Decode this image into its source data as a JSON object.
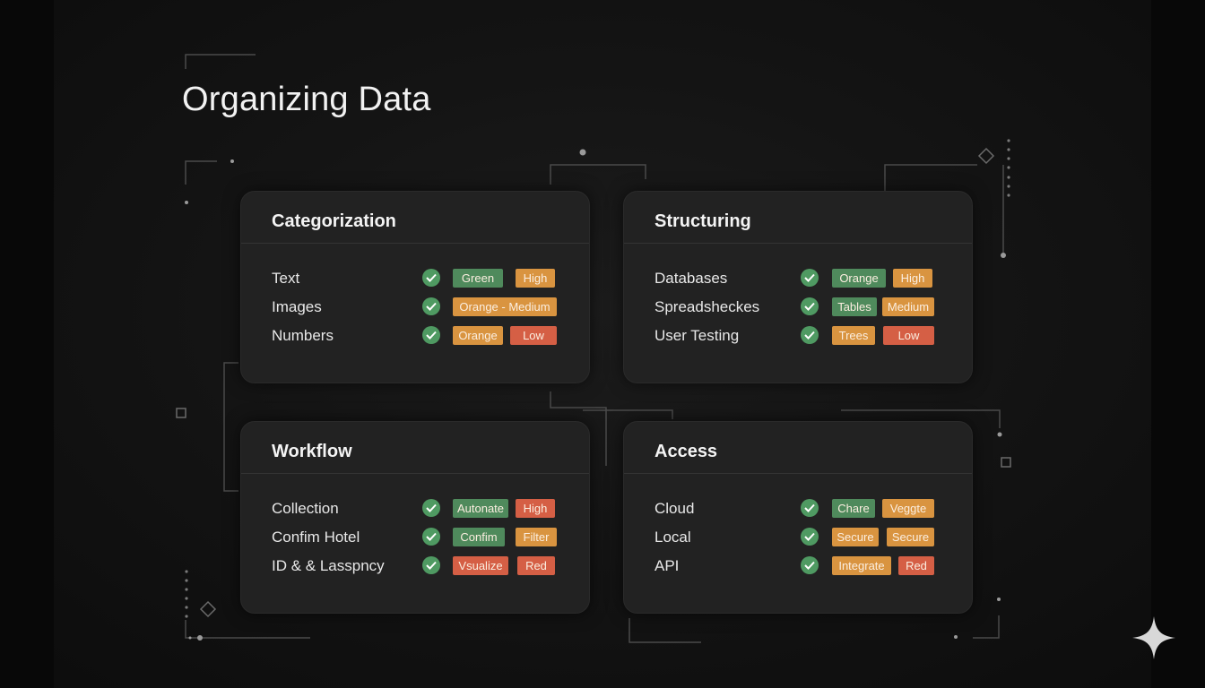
{
  "page": {
    "title": "Organizing Data"
  },
  "colors": {
    "green": "#4f8a5c",
    "orange": "#d99440",
    "red": "#d55f45",
    "check": "#4f9a62"
  },
  "cards": [
    {
      "title": "Categorization",
      "rows": [
        {
          "label": "Text",
          "tags": [
            {
              "text": "Green",
              "color": "green"
            },
            {
              "text": "High",
              "color": "orange"
            }
          ]
        },
        {
          "label": "Images",
          "tags": [
            {
              "text": "Orange - Medium",
              "color": "orange"
            }
          ]
        },
        {
          "label": "Numbers",
          "tags": [
            {
              "text": "Orange",
              "color": "orange"
            },
            {
              "text": "Low",
              "color": "red"
            }
          ]
        }
      ]
    },
    {
      "title": "Structuring",
      "rows": [
        {
          "label": "Databases",
          "tags": [
            {
              "text": "Orange",
              "color": "green"
            },
            {
              "text": "High",
              "color": "orange"
            }
          ]
        },
        {
          "label": "Spreadsheckes",
          "tags": [
            {
              "text": "Tables",
              "color": "green"
            },
            {
              "text": "Medium",
              "color": "orange"
            }
          ]
        },
        {
          "label": "User Testing",
          "tags": [
            {
              "text": "Trees",
              "color": "orange"
            },
            {
              "text": "Low",
              "color": "red"
            }
          ]
        }
      ]
    },
    {
      "title": "Workflow",
      "rows": [
        {
          "label": "Collection",
          "tags": [
            {
              "text": "Autonate",
              "color": "green"
            },
            {
              "text": "High",
              "color": "red"
            }
          ]
        },
        {
          "label": "Confim Hotel",
          "tags": [
            {
              "text": "Confim",
              "color": "green"
            },
            {
              "text": "Filter",
              "color": "orange"
            }
          ]
        },
        {
          "label": "ID & & Lasspncy",
          "tags": [
            {
              "text": "Vsualize",
              "color": "red"
            },
            {
              "text": "Red",
              "color": "red"
            }
          ]
        }
      ]
    },
    {
      "title": "Access",
      "rows": [
        {
          "label": "Cloud",
          "tags": [
            {
              "text": "Chare",
              "color": "green"
            },
            {
              "text": "Veggte",
              "color": "orange"
            }
          ]
        },
        {
          "label": "Local",
          "tags": [
            {
              "text": "Secure",
              "color": "orange"
            },
            {
              "text": "Secure",
              "color": "orange"
            }
          ]
        },
        {
          "label": "API",
          "tags": [
            {
              "text": "Integrate",
              "color": "orange"
            },
            {
              "text": "Red",
              "color": "red"
            }
          ]
        }
      ]
    }
  ],
  "icons": {
    "check": "check-circle-icon",
    "sparkle": "sparkle-icon"
  }
}
